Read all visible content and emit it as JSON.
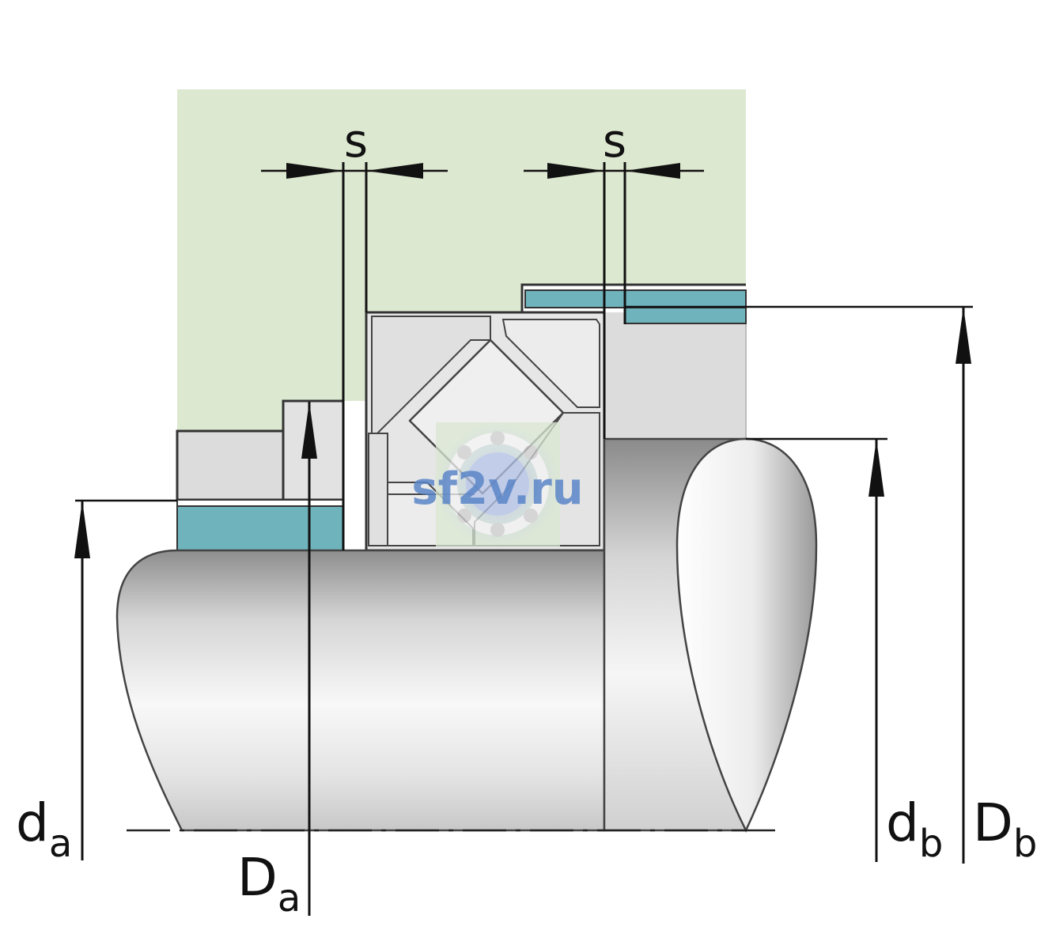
{
  "labels": {
    "s_left": "s",
    "s_right": "s",
    "d_a": {
      "main": "d",
      "sub": "a"
    },
    "D_a": {
      "main": "D",
      "sub": "a"
    },
    "d_b": {
      "main": "d",
      "sub": "b"
    },
    "D_b": {
      "main": "D",
      "sub": "b"
    }
  },
  "watermark": {
    "text": "sf2v.ru"
  },
  "colors": {
    "housing": "#dde8d0",
    "seal": "#6fb3bc",
    "ring": "#e8e8e8",
    "outline": "#333333",
    "watermark": "#5b86c8"
  }
}
